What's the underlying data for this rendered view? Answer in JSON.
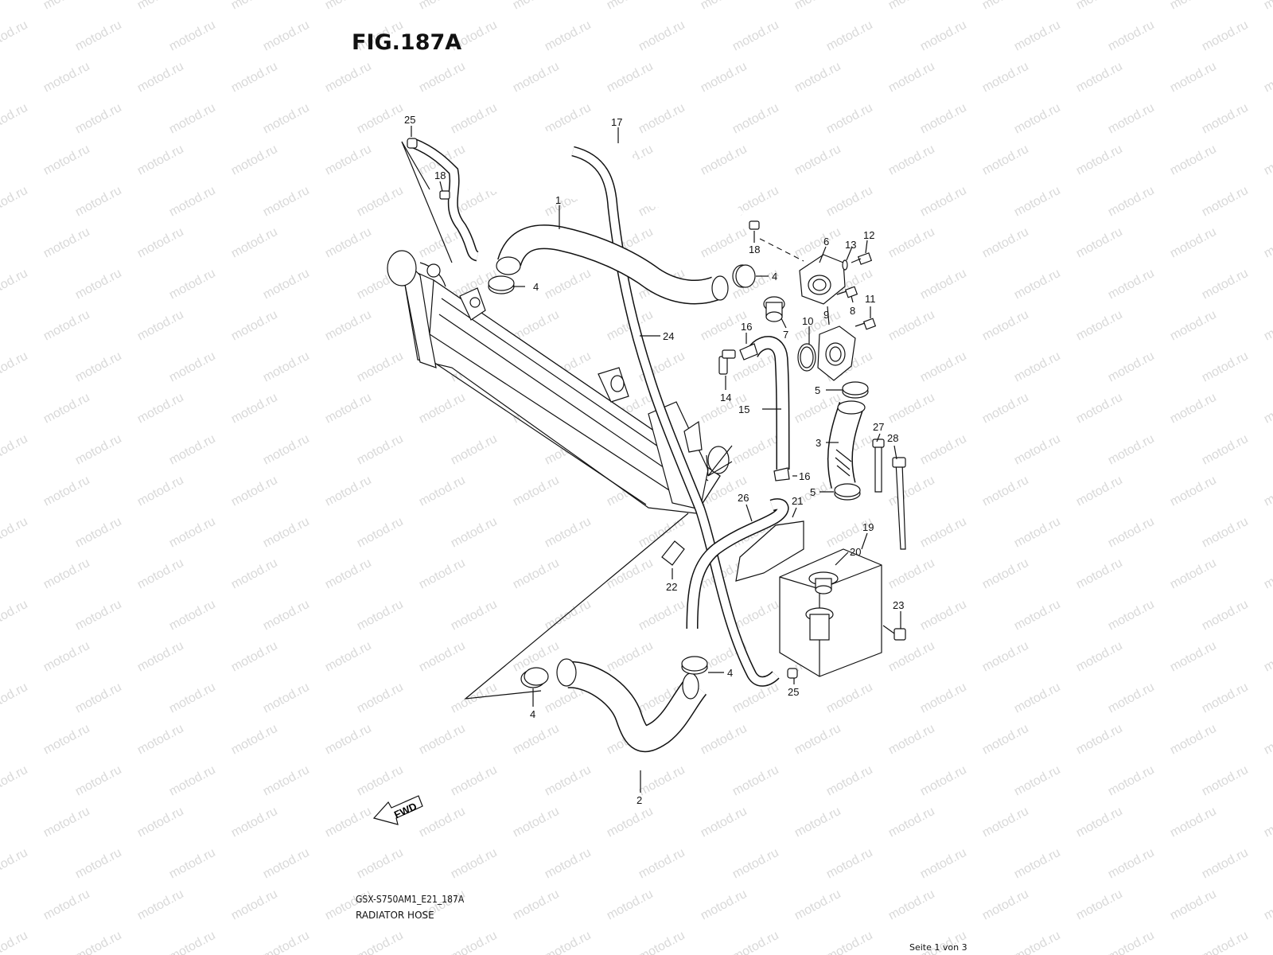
{
  "title": "FIG.187A",
  "model_code": "GSX-S750AM1_E21_187A",
  "subtitle": "RADIATOR HOSE",
  "page_indicator": "Seite 1 von 3",
  "watermark": "motod.ru",
  "fwd_label": "FWD",
  "callouts": [
    {
      "id": "c25a",
      "text": "25"
    },
    {
      "id": "c18a",
      "text": "18"
    },
    {
      "id": "c17",
      "text": "17"
    },
    {
      "id": "c1",
      "text": "1"
    },
    {
      "id": "c4a",
      "text": "4"
    },
    {
      "id": "c4b",
      "text": "4"
    },
    {
      "id": "c18b",
      "text": "18"
    },
    {
      "id": "c6",
      "text": "6"
    },
    {
      "id": "c13",
      "text": "13"
    },
    {
      "id": "c12",
      "text": "12"
    },
    {
      "id": "c8",
      "text": "8"
    },
    {
      "id": "c11",
      "text": "11"
    },
    {
      "id": "c9",
      "text": "9"
    },
    {
      "id": "c7",
      "text": "7"
    },
    {
      "id": "c10",
      "text": "10"
    },
    {
      "id": "c24",
      "text": "24"
    },
    {
      "id": "c16a",
      "text": "16"
    },
    {
      "id": "c14",
      "text": "14"
    },
    {
      "id": "c15",
      "text": "15"
    },
    {
      "id": "c5a",
      "text": "5"
    },
    {
      "id": "c3",
      "text": "3"
    },
    {
      "id": "c27",
      "text": "27"
    },
    {
      "id": "c28",
      "text": "28"
    },
    {
      "id": "c16b",
      "text": "16"
    },
    {
      "id": "c5b",
      "text": "5"
    },
    {
      "id": "c26",
      "text": "26"
    },
    {
      "id": "c21",
      "text": "21"
    },
    {
      "id": "c19",
      "text": "19"
    },
    {
      "id": "c20",
      "text": "20"
    },
    {
      "id": "c22",
      "text": "22"
    },
    {
      "id": "c23",
      "text": "23"
    },
    {
      "id": "c4c",
      "text": "4"
    },
    {
      "id": "c25b",
      "text": "25"
    },
    {
      "id": "c4d",
      "text": "4"
    },
    {
      "id": "c2",
      "text": "2"
    }
  ]
}
